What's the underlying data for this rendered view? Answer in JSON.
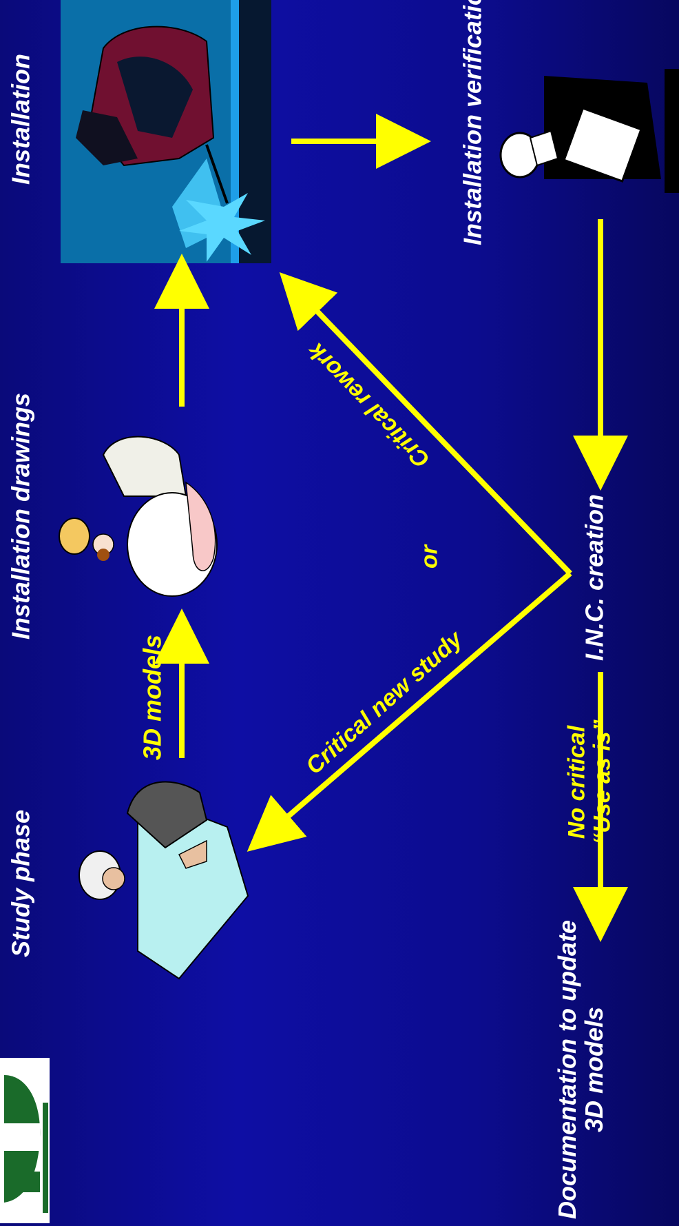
{
  "colors": {
    "background": "#0e0ea4",
    "arrow": "#ffff00",
    "text_white": "#ffffff",
    "text_yellow": "#ffff00"
  },
  "nodes": {
    "study_phase": "Study phase",
    "installation_drawings": "Installation drawings",
    "installation": "Installation",
    "installation_verification": "Installation verification",
    "inc_creation": "I.N.C. creation",
    "documentation_update": [
      "Documentation to update",
      "3D models"
    ]
  },
  "edges": {
    "models_3d": "3D models",
    "critical_new_study": "Critical new study",
    "critical_rework": "Critical rework",
    "or": "or",
    "no_critical": [
      "No critical",
      "“Use as is”"
    ]
  },
  "icons": {
    "study": "engineer-with-plans-icon",
    "drawings": "draftsman-with-drawings-icon",
    "installation": "welder-icon",
    "verification": "inspector-with-clipboard-icon",
    "logo": "company-logo"
  }
}
